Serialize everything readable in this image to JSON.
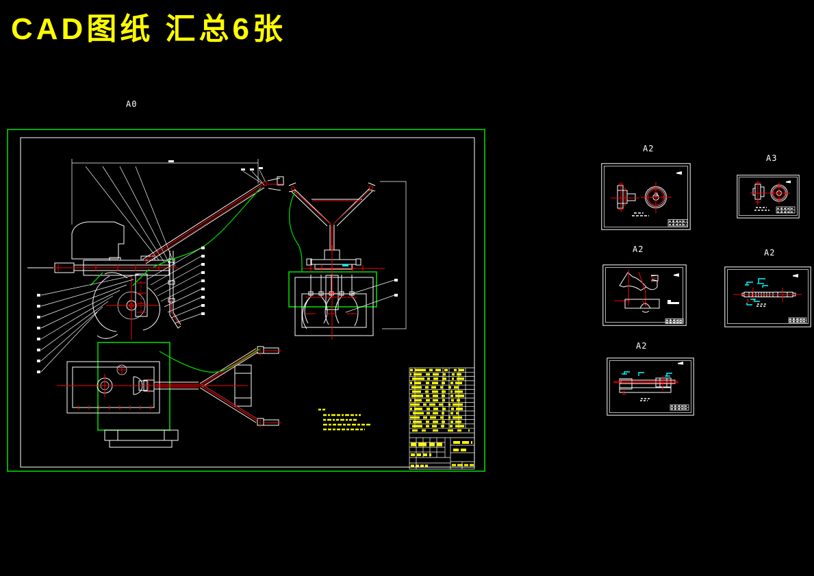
{
  "page": {
    "title": "CAD图纸 汇总6张",
    "background": "#000000"
  },
  "palette": {
    "background": "#000000",
    "outline": "#ffffff",
    "centerline": "#ff0000",
    "handle_dark": "#8c0000",
    "sheet_border": "#00d400",
    "cable": "#00d400",
    "annotation": "#ffff00",
    "dimension_cyan": "#00ffff"
  },
  "sheets": [
    {
      "label": "A0"
    },
    {
      "label": "A2"
    },
    {
      "label": "A3"
    },
    {
      "label": "A2"
    },
    {
      "label": "A2"
    },
    {
      "label": "A2"
    }
  ]
}
